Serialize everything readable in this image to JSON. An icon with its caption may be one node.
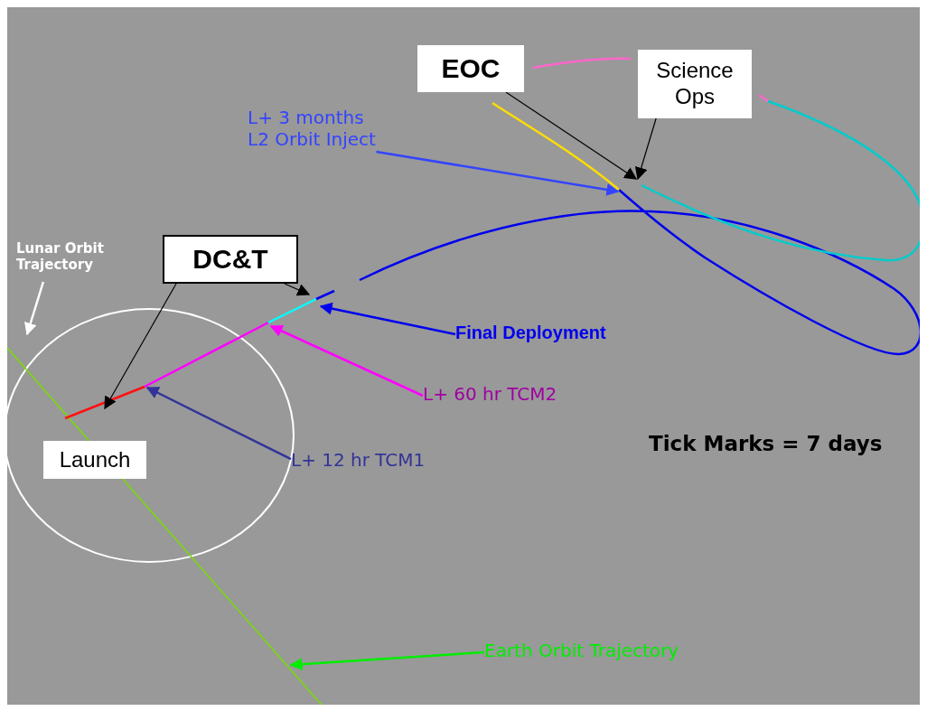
{
  "diagram": {
    "nodes": [
      {
        "text": [
          "EOC"
        ]
      },
      {
        "text": [
          "Science Ops"
        ]
      },
      {
        "text": [
          "L+ 3 months L2 Orbit Inject"
        ]
      },
      {
        "text": [
          "DC&T"
        ]
      },
      {
        "text": [
          "Lunar Orbit Trajectory"
        ]
      },
      {
        "text": [
          "Final Deployment"
        ]
      },
      {
        "text": [
          "L+ 60 hr  TCM2"
        ]
      },
      {
        "text": [
          "L+ 12 hr  TCM1"
        ]
      },
      {
        "text": [
          "Launch"
        ]
      },
      {
        "text": [
          "Earth Orbit Trajectory"
        ]
      }
    ],
    "edges": [
      {
        "from": 0,
        "to": null,
        "arrow": "to"
      },
      {
        "from": 1,
        "to": null,
        "arrow": "to"
      },
      {
        "from": 2,
        "to": null,
        "arrow": "to",
        "color": "#3344ff"
      },
      {
        "from": 3,
        "to": null,
        "arrow": "to"
      },
      {
        "from": 3,
        "to": null,
        "arrow": "to"
      },
      {
        "from": 4,
        "to": null,
        "arrow": "to",
        "color": "#ffffff"
      },
      {
        "from": 5,
        "to": null,
        "arrow": "to",
        "color": "#0000ee"
      },
      {
        "from": 6,
        "to": null,
        "arrow": "to",
        "color": "#ff00ff"
      },
      {
        "from": 7,
        "to": null,
        "arrow": "to",
        "color": "#333399"
      },
      {
        "from": 9,
        "to": null,
        "arrow": "to",
        "color": "#00ee00"
      }
    ],
    "labels": [
      "Tick Marks = 7 days"
    ]
  }
}
